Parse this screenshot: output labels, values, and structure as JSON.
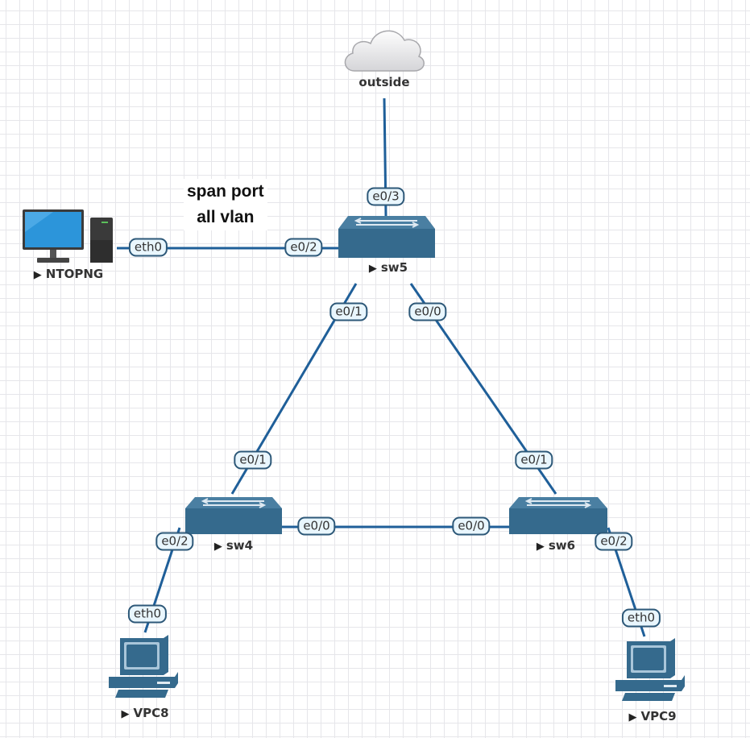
{
  "note": {
    "line1": "span port",
    "line2": "all vlan"
  },
  "colors": {
    "link": "#1f5f99",
    "switch": "#356a8d",
    "port_border": "#2d5878",
    "port_fill": "#e9f6fd"
  },
  "nodes": {
    "outside": {
      "label": "outside",
      "icon": "cloud-icon"
    },
    "sw5": {
      "label": "sw5",
      "icon": "switch-icon"
    },
    "sw4": {
      "label": "sw4",
      "icon": "switch-icon"
    },
    "sw6": {
      "label": "sw6",
      "icon": "switch-icon"
    },
    "ntopng": {
      "label": "NTOPNG",
      "icon": "desktop-computer-icon"
    },
    "vpc8": {
      "label": "VPC8",
      "icon": "vpc-icon"
    },
    "vpc9": {
      "label": "VPC9",
      "icon": "vpc-icon"
    }
  },
  "ports": {
    "sw5_e03": "e0/3",
    "sw5_e02": "e0/2",
    "sw5_e01": "e0/1",
    "sw5_e00": "e0/0",
    "ntopng_eth0": "eth0",
    "sw4_e01": "e0/1",
    "sw4_e00": "e0/0",
    "sw4_e02": "e0/2",
    "sw6_e01": "e0/1",
    "sw6_e00": "e0/0",
    "sw6_e02": "e0/2",
    "vpc8_eth0": "eth0",
    "vpc9_eth0": "eth0"
  },
  "links": [
    {
      "from": "outside",
      "to": "sw5",
      "from_port": "cloud",
      "to_port": "e0/3"
    },
    {
      "from": "ntopng",
      "to": "sw5",
      "from_port": "eth0",
      "to_port": "e0/2"
    },
    {
      "from": "sw5",
      "to": "sw4",
      "from_port": "e0/1",
      "to_port": "e0/1"
    },
    {
      "from": "sw5",
      "to": "sw6",
      "from_port": "e0/0",
      "to_port": "e0/1"
    },
    {
      "from": "sw4",
      "to": "sw6",
      "from_port": "e0/0",
      "to_port": "e0/0"
    },
    {
      "from": "sw4",
      "to": "vpc8",
      "from_port": "e0/2",
      "to_port": "eth0"
    },
    {
      "from": "sw6",
      "to": "vpc9",
      "from_port": "e0/2",
      "to_port": "eth0"
    }
  ]
}
